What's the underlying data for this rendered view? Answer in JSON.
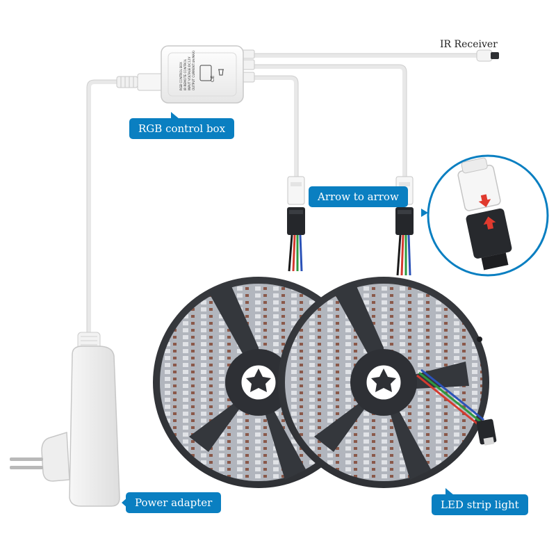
{
  "labels": {
    "ir_receiver": "IR Receiver",
    "rgb_control_box": "RGB control box",
    "arrow_to_arrow": "Arrow to arrow",
    "power_adapter": "Power adapter",
    "led_strip_light": "LED strip light"
  },
  "control_box": {
    "print_line1": "RGB CONTROL BOX",
    "print_line2": "IR REMOTE CONTROL",
    "print_line3": "INPUT VOLTAGE:DC12V",
    "print_line4": "OUTPUT CURRENT:4A(MAX)",
    "marks": "CE"
  },
  "colors": {
    "callout_blue": "#0a7fc1",
    "reel_dark": "#3a3d42",
    "cable_white": "#f2f2f2"
  }
}
